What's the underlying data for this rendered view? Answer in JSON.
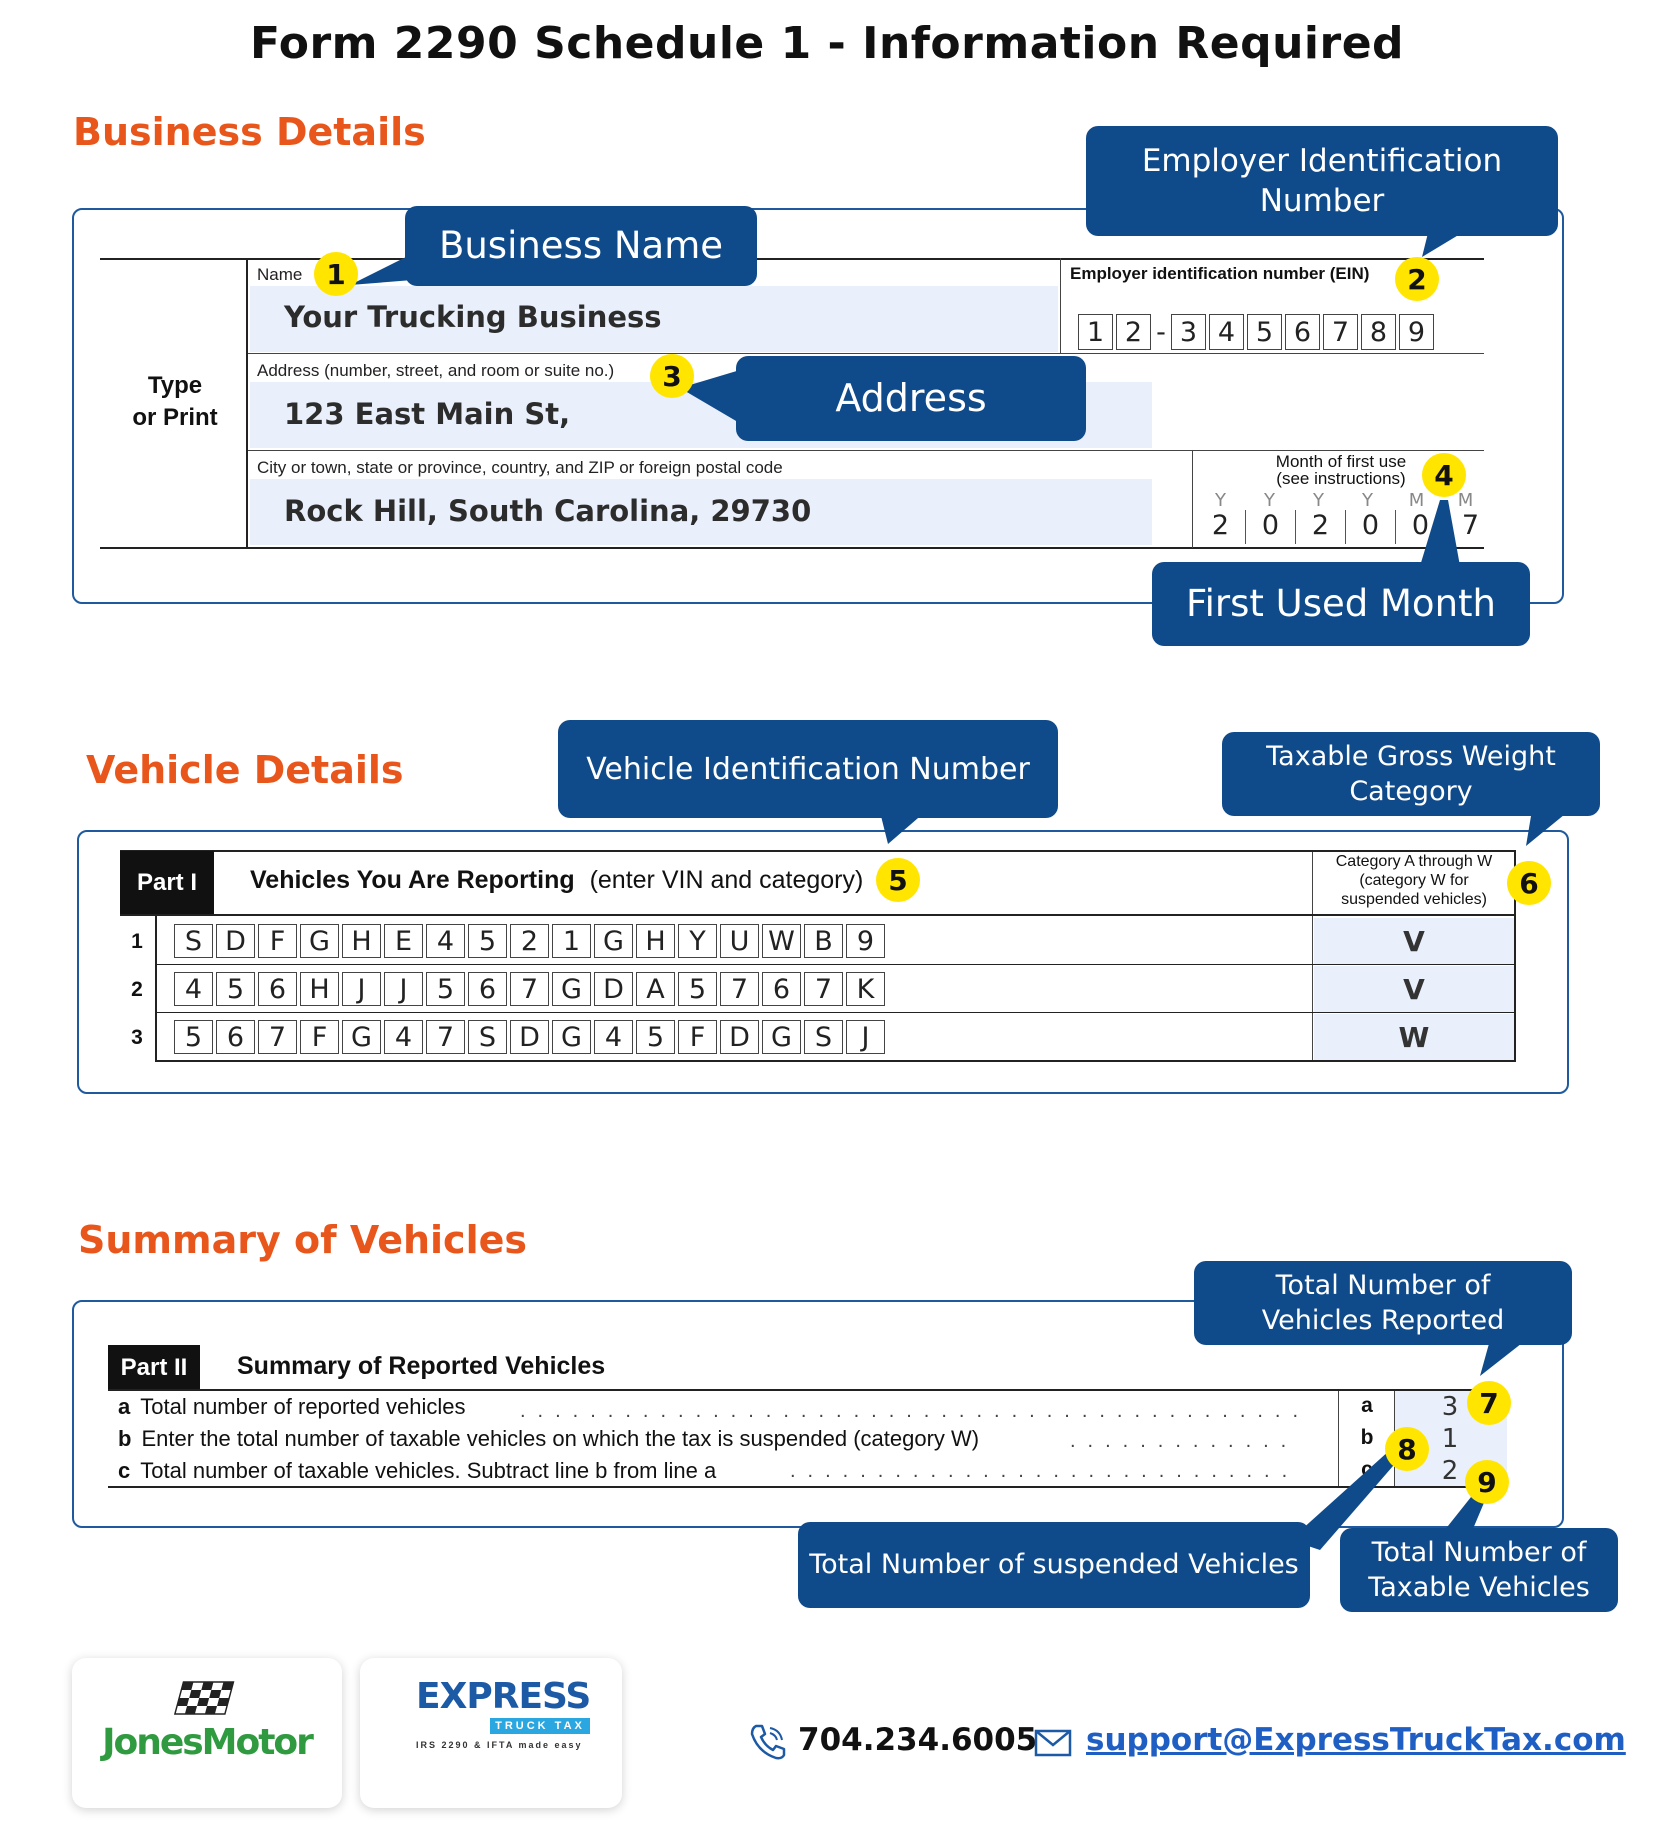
{
  "title": "Form 2290 Schedule 1 - Information Required",
  "sections": {
    "business": "Business Details",
    "vehicle": "Vehicle Details",
    "summary": "Summary of Vehicles"
  },
  "business_form": {
    "type_or_print": [
      "Type",
      "or Print"
    ],
    "name_label": "Name",
    "name_value": "Your Trucking Business",
    "ein_label": "Employer identification number (EIN)",
    "ein_digits": [
      "1",
      "2",
      "-",
      "3",
      "4",
      "5",
      "6",
      "7",
      "8",
      "9"
    ],
    "address_label": "Address (number, street, and room or suite no.)",
    "address_value": "123 East Main St,",
    "city_label": "City or town, state or province, country, and ZIP or foreign postal code",
    "city_value": "Rock Hill, South Carolina, 29730",
    "month_label_1": "Month of first use",
    "month_label_2": "(see instructions)",
    "month_letters": [
      "Y",
      "Y",
      "Y",
      "Y",
      "M",
      "M"
    ],
    "month_digits": [
      "2",
      "0",
      "2",
      "0",
      "0",
      "7"
    ]
  },
  "vehicle_form": {
    "part_tag": "Part I",
    "heading_bold": "Vehicles You Are Reporting",
    "heading_rest": "(enter VIN and category)",
    "category_header": [
      "Category A through W",
      "(category W for",
      "suspended vehicles)"
    ],
    "rows": [
      {
        "num": "1",
        "vin": [
          "S",
          "D",
          "F",
          "G",
          "H",
          "E",
          "4",
          "5",
          "2",
          "1",
          "G",
          "H",
          "Y",
          "U",
          "W",
          "B",
          "9"
        ],
        "category": "V"
      },
      {
        "num": "2",
        "vin": [
          "4",
          "5",
          "6",
          "H",
          "J",
          "J",
          "5",
          "6",
          "7",
          "G",
          "D",
          "A",
          "5",
          "7",
          "6",
          "7",
          "K"
        ],
        "category": "V"
      },
      {
        "num": "3",
        "vin": [
          "5",
          "6",
          "7",
          "F",
          "G",
          "4",
          "7",
          "S",
          "D",
          "G",
          "4",
          "5",
          "F",
          "D",
          "G",
          "S",
          "J"
        ],
        "category": "W"
      }
    ]
  },
  "summary_form": {
    "part_tag": "Part II",
    "heading": "Summary of Reported Vehicles",
    "lines": [
      {
        "letter": "a",
        "text": "Total number of reported vehicles",
        "code": "a",
        "value": "3"
      },
      {
        "letter": "b",
        "text": "Enter the total number of taxable vehicles on which the tax is suspended (category W)",
        "code": "b",
        "value": "1"
      },
      {
        "letter": "c",
        "text": "Total number of taxable vehicles. Subtract line b from line a",
        "code": "c",
        "value": "2"
      }
    ]
  },
  "callouts": {
    "business_name": "Business Name",
    "ein": "Employer Identification Number",
    "address": "Address",
    "first_used_month": "First Used Month",
    "vin": "Vehicle Identification Number",
    "weight_category": "Taxable Gross Weight Category",
    "total_reported": "Total Number of Vehicles Reported",
    "total_suspended": "Total Number of suspended Vehicles",
    "total_taxable": "Total Number of Taxable Vehicles"
  },
  "badges": [
    "1",
    "2",
    "3",
    "4",
    "5",
    "6",
    "7",
    "8",
    "9"
  ],
  "logos": {
    "jones": "JonesMotor",
    "express_main": "EXPRESS",
    "express_sub": "TRUCK TAX",
    "express_tag": "IRS 2290 & IFTA made easy"
  },
  "contact": {
    "phone": "704.234.6005",
    "email": "support@ExpressTruckTax.com"
  },
  "colors": {
    "accent_orange": "#e8561b",
    "callout_blue": "#0f4a8a",
    "badge_yellow": "#ffe500",
    "panel_border": "#1f5a9e"
  }
}
